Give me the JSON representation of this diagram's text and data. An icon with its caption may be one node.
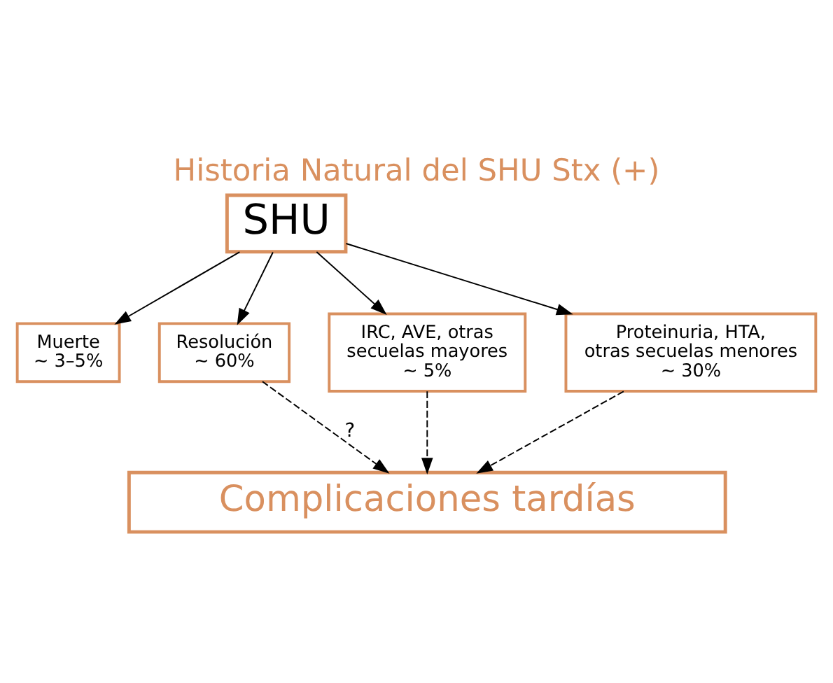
{
  "diagram": {
    "title": "Historia Natural del SHU Stx (+)",
    "nodes": [
      {
        "text": [
          "SHU"
        ]
      },
      {
        "text": [
          "Muerte",
          "~ 3–5%"
        ]
      },
      {
        "text": [
          "Resolución",
          "~ 60%"
        ]
      },
      {
        "text": [
          "IRC, AVE, otras secuelas mayores",
          "~ 5%"
        ]
      },
      {
        "text": [
          "Proteinuria, HTA, otras secuelas menores",
          "~ 30%"
        ]
      },
      {
        "text": [
          "Complicaciones tardías"
        ]
      }
    ],
    "edges": [
      {
        "from": 0,
        "to": 1,
        "arrow": "to"
      },
      {
        "from": 0,
        "to": 2,
        "arrow": "to"
      },
      {
        "from": 0,
        "to": 3,
        "arrow": "to"
      },
      {
        "from": 0,
        "to": 4,
        "arrow": "to"
      },
      {
        "from": 3,
        "to": 5,
        "arrow": "to",
        "style": "dashed"
      },
      {
        "from": 4,
        "to": 5,
        "arrow": "to",
        "style": "dashed"
      },
      {
        "from": 2,
        "to": 5,
        "arrow": "to",
        "style": "dashed",
        "label": "?"
      }
    ]
  }
}
